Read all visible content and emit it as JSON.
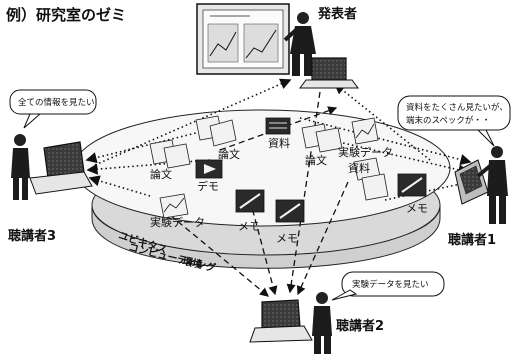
{
  "title": "例）研究室のゼミ",
  "roles": {
    "presenter": "発表者",
    "listener1": "聴講者1",
    "listener2": "聴講者2",
    "listener3": "聴講者3"
  },
  "bubbles": {
    "listener3": "全ての情報を見たい",
    "listener1_line1": "資料をたくさん見たいが、",
    "listener1_line2": "端末のスペックが・・",
    "listener2": "実験データを見たい"
  },
  "items": {
    "ronbun": "論文",
    "shiryo": "資料",
    "jikken_data": "実験データ",
    "demo": "デモ",
    "memo": "メモ"
  },
  "ring": {
    "line1": "ユビキタス",
    "line2": "コンピューティング",
    "line3": "環境"
  },
  "colors": {
    "ink": "#111111",
    "ring_fill": "#d4d4d4",
    "ring_top": "#ececec",
    "icon_dark": "#2a2a2a",
    "icon_light": "#f2f2f2"
  }
}
